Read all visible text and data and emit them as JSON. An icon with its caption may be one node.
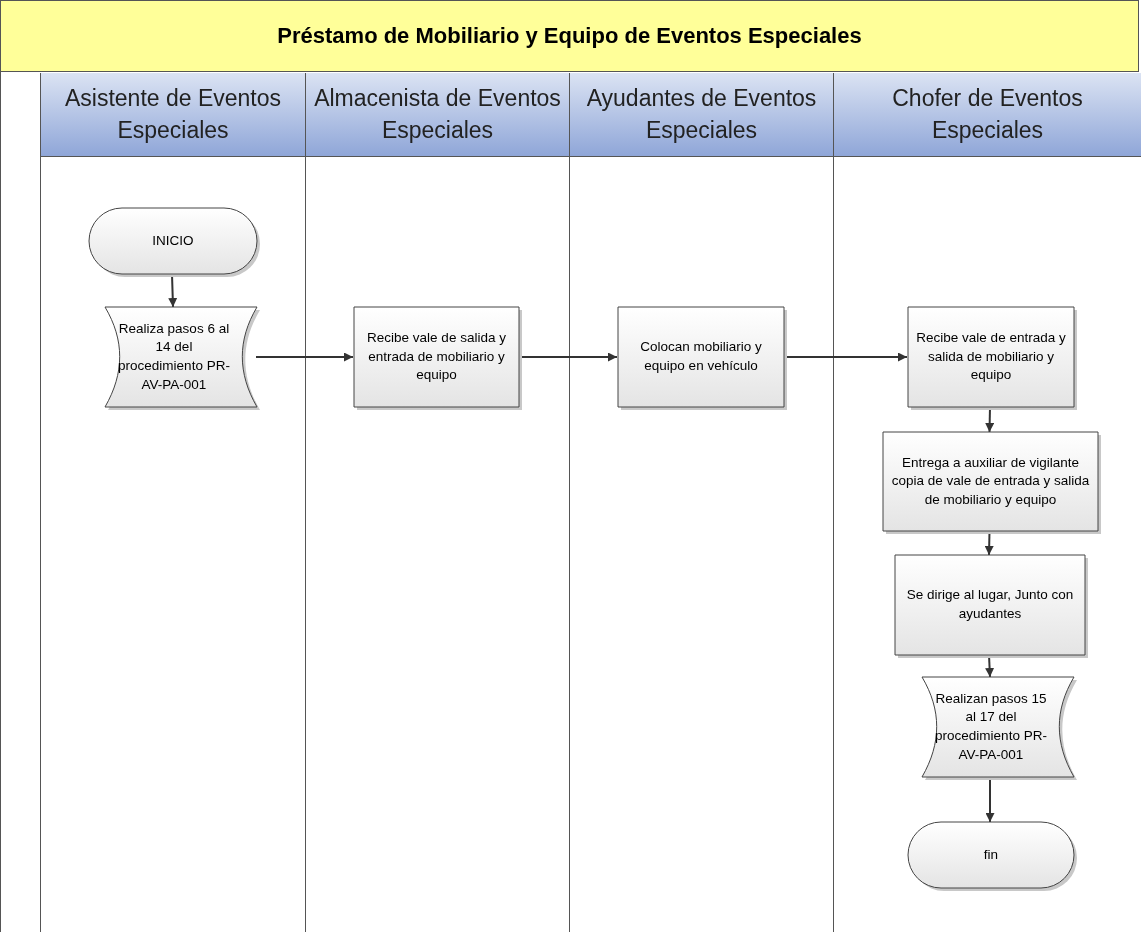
{
  "diagram": {
    "title": "Préstamo de Mobiliario y Equipo de Eventos Especiales",
    "nodes": [
      {
        "text": [
          "Asistente de Eventos Especiales"
        ]
      },
      {
        "text": [
          "Almacenista de Eventos Especiales"
        ]
      },
      {
        "text": [
          "Ayudantes de Eventos Especiales"
        ]
      },
      {
        "text": [
          "Chofer de Eventos Especiales"
        ]
      },
      {
        "text": [
          "INICIO"
        ],
        "in": 0
      },
      {
        "text": [
          "Realiza pasos 6 al 14 del procedimiento PR-AV-PA-001"
        ],
        "in": 0
      },
      {
        "text": [
          "Recibe vale de salida y entrada de mobiliario y equipo"
        ],
        "in": 1
      },
      {
        "text": [
          "Colocan mobiliario y equipo en vehículo"
        ],
        "in": 2
      },
      {
        "text": [
          "Recibe vale de entrada y salida de mobiliario y equipo"
        ],
        "in": 3
      },
      {
        "text": [
          "Entrega a auxiliar de vigilante copia de vale de entrada y salida de mobiliario y equipo"
        ],
        "in": 3
      },
      {
        "text": [
          "Se dirige al lugar, Junto con ayudantes"
        ],
        "in": 3
      },
      {
        "text": [
          "Realizan pasos 15 al 17 del procedimiento PR-AV-PA-001"
        ],
        "in": 3
      },
      {
        "text": [
          "fin"
        ],
        "in": 3
      }
    ],
    "edges": [
      {
        "from": 4,
        "to": 5,
        "arrow": "to"
      },
      {
        "from": 5,
        "to": 6,
        "arrow": "to"
      },
      {
        "from": 6,
        "to": 7,
        "arrow": "to"
      },
      {
        "from": 7,
        "to": 8,
        "arrow": "to"
      },
      {
        "from": 8,
        "to": 9,
        "arrow": "to"
      },
      {
        "from": 9,
        "to": 10,
        "arrow": "to"
      },
      {
        "from": 10,
        "to": 11,
        "arrow": "to"
      },
      {
        "from": 11,
        "to": 12,
        "arrow": "to"
      }
    ]
  }
}
